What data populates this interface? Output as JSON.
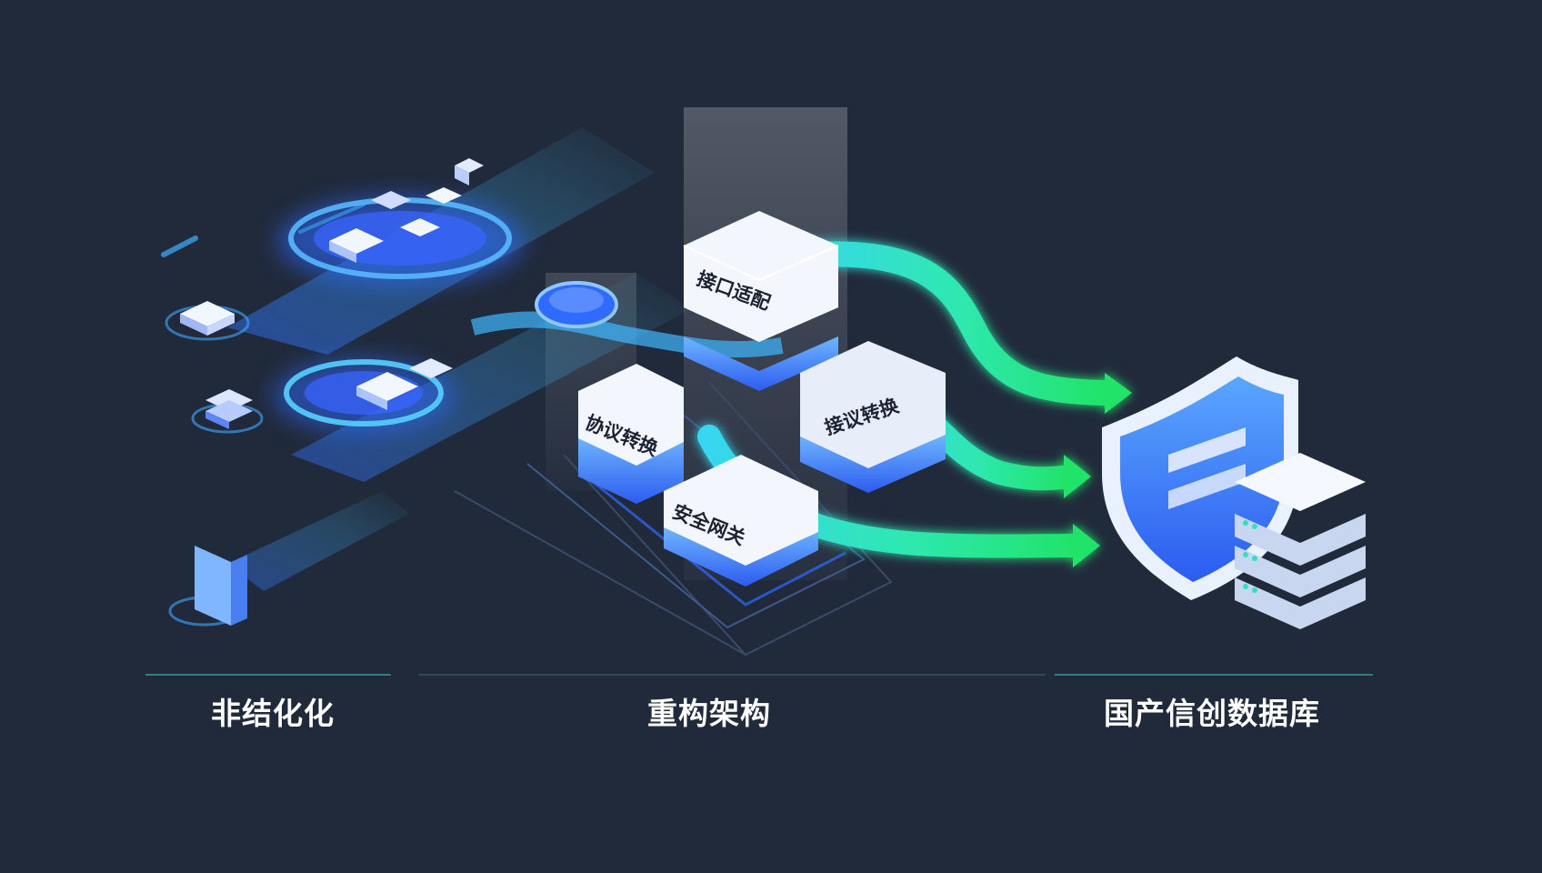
{
  "sections": [
    {
      "label": "非结化化"
    },
    {
      "label": "重构架构"
    },
    {
      "label": "国产信创数据库"
    }
  ],
  "modules": [
    {
      "label": "接口适配"
    },
    {
      "label": "协议转换"
    },
    {
      "label": "接议转换"
    },
    {
      "label": "安全网关"
    }
  ],
  "colors": {
    "background": "#212a3b",
    "flow_cyan": "#3fe0e6",
    "flow_green": "#22e36a",
    "accent_blue": "#2f6bff",
    "divider": "#2f7e84"
  },
  "icons": {
    "left_stack": "file-stack-icon",
    "target_shield": "shield-icon",
    "target_server": "server-icon"
  }
}
